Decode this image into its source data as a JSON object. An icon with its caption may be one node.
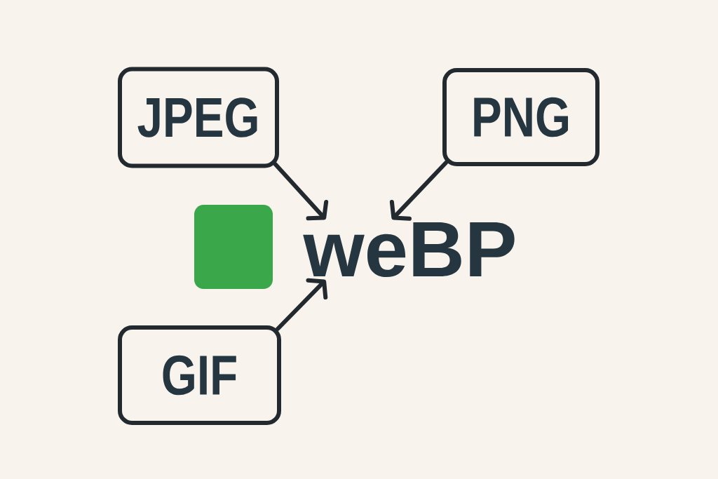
{
  "diagram": {
    "nodes": [
      {
        "text": [
          "JPEG"
        ]
      },
      {
        "text": [
          "PNG"
        ]
      },
      {
        "text": [
          "GIF"
        ]
      },
      {
        "text": [],
        "shape": "box"
      },
      {
        "text": [
          "weBP"
        ]
      }
    ],
    "edges": [
      {
        "from": 0,
        "to": 4,
        "arrow": "to"
      },
      {
        "from": 1,
        "to": 4,
        "arrow": "to"
      },
      {
        "from": 2,
        "to": 4,
        "arrow": "to"
      }
    ]
  }
}
